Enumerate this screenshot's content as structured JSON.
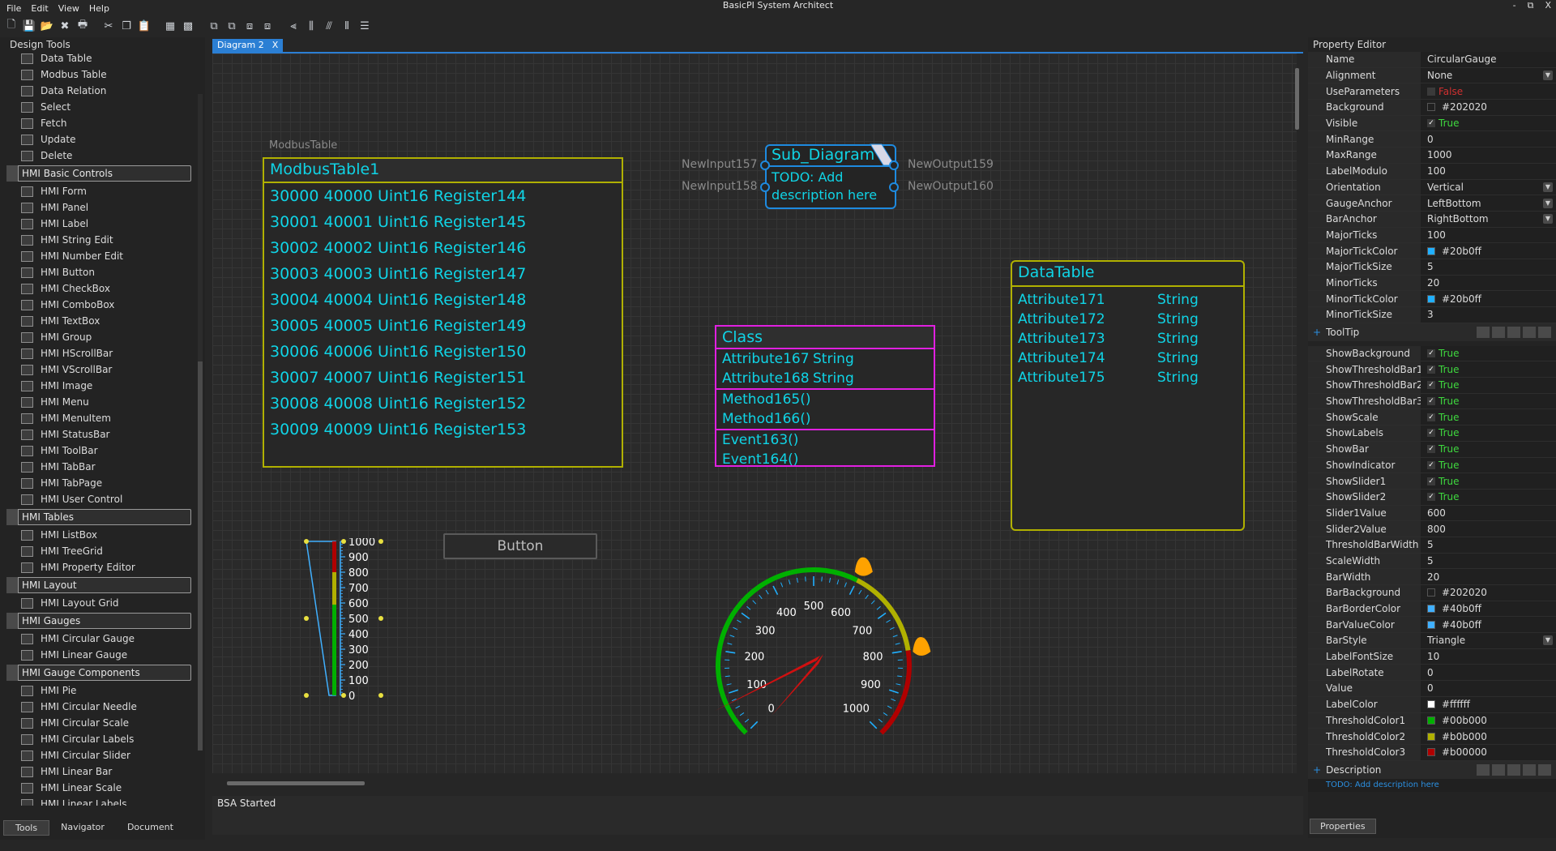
{
  "app": {
    "title": "BasicPI System Architect",
    "win_ctrls": [
      "-",
      "⧉",
      "X"
    ]
  },
  "menu": [
    "File",
    "Edit",
    "View",
    "Help"
  ],
  "toolbar": [
    "new-icon",
    "save-icon",
    "open-icon",
    "delete-icon",
    "print-icon",
    "cut-icon",
    "copy-icon",
    "paste-icon",
    "grid-icon",
    "grid-fine-icon",
    "bring-front-icon",
    "send-back-icon",
    "group-icon",
    "ungroup-icon",
    "align-left-icon",
    "align-center-icon",
    "align-bottom-icon",
    "distribute-h-icon",
    "distribute-v-icon"
  ],
  "design_tools": {
    "title": "Design Tools",
    "sections": [
      {
        "items": [
          "Data Table",
          "Modbus Table",
          "Data Relation",
          "Select",
          "Fetch",
          "Update",
          "Delete"
        ]
      },
      {
        "category": "HMI Basic Controls",
        "items": [
          "HMI Form",
          "HMI Panel",
          "HMI Label",
          "HMI String Edit",
          "HMI Number Edit",
          "HMI Button",
          "HMI CheckBox",
          "HMI ComboBox",
          "HMI TextBox",
          "HMI Group",
          "HMI HScrollBar",
          "HMI VScrollBar",
          "HMI Image",
          "HMI Menu",
          "HMI MenuItem",
          "HMI StatusBar",
          "HMI ToolBar",
          "HMI TabBar",
          "HMI TabPage",
          "HMI User Control"
        ]
      },
      {
        "category": "HMI Tables",
        "items": [
          "HMI ListBox",
          "HMI TreeGrid",
          "HMI Property Editor"
        ]
      },
      {
        "category": "HMI Layout",
        "items": [
          "HMI Layout Grid"
        ]
      },
      {
        "category": "HMI Gauges",
        "items": [
          "HMI Circular Gauge",
          "HMI Linear Gauge"
        ]
      },
      {
        "category": "HMI Gauge Components",
        "items": [
          "HMI Pie",
          "HMI Circular Needle",
          "HMI Circular Scale",
          "HMI Circular Labels",
          "HMI Circular Slider",
          "HMI Linear Bar",
          "HMI Linear Scale",
          "HMI Linear Labels"
        ]
      }
    ],
    "tabs": [
      "Tools",
      "Navigator",
      "Document"
    ]
  },
  "document": {
    "tab": "Diagram 2",
    "close": "X"
  },
  "modbus": {
    "caption": "ModbusTable",
    "title": "ModbusTable1",
    "rows": [
      "30000 40000 Uint16 Register144",
      "30001 40001 Uint16 Register145",
      "30002 40002 Uint16 Register146",
      "30003 40003 Uint16 Register147",
      "30004 40004 Uint16 Register148",
      "30005 40005 Uint16 Register149",
      "30006 40006 Uint16 Register150",
      "30007 40007 Uint16 Register151",
      "30008 40008 Uint16 Register152",
      "30009 40009 Uint16 Register153"
    ]
  },
  "sub_diagram": {
    "title": "Sub_Diagram",
    "description": "TODO: Add description here",
    "inputs": [
      "NewInput157",
      "NewInput158"
    ],
    "outputs": [
      "NewOutput159",
      "NewOutput160"
    ]
  },
  "class_box": {
    "title": "Class",
    "attributes": [
      [
        "Attribute167",
        "String"
      ],
      [
        "Attribute168",
        "String"
      ]
    ],
    "methods": [
      "Method165()",
      "Method166()"
    ],
    "events": [
      "Event163()",
      "Event164()"
    ]
  },
  "data_table": {
    "title": "DataTable",
    "rows": [
      [
        "Attribute171",
        "String"
      ],
      [
        "Attribute172",
        "String"
      ],
      [
        "Attribute173",
        "String"
      ],
      [
        "Attribute174",
        "String"
      ],
      [
        "Attribute175",
        "String"
      ]
    ]
  },
  "canvas_button": {
    "label": "Button"
  },
  "linear_gauge": {
    "labels": [
      "1000",
      "900",
      "800",
      "700",
      "600",
      "500",
      "400",
      "300",
      "200",
      "100",
      "0"
    ]
  },
  "circular_gauge": {
    "labels": [
      "0",
      "100",
      "200",
      "300",
      "400",
      "500",
      "600",
      "700",
      "800",
      "900",
      "1000"
    ],
    "value": 0,
    "slider1": 600,
    "slider2": 800,
    "colors": {
      "ticks": "#20b0ff",
      "t1": "#00b000",
      "t2": "#b0b000",
      "t3": "#b00000"
    }
  },
  "status": {
    "text": "BSA Started"
  },
  "property_editor": {
    "title": "Property Editor",
    "rows1": [
      {
        "name": "Name",
        "value": "CircularGauge"
      },
      {
        "name": "Alignment",
        "value": "None",
        "dropdown": true
      },
      {
        "name": "UseParameters",
        "value": "False",
        "check": "off"
      },
      {
        "name": "Background",
        "value": "#202020",
        "swatch": "#202020"
      },
      {
        "name": "Visible",
        "value": "True",
        "check": "on"
      },
      {
        "name": "MinRange",
        "value": "0"
      },
      {
        "name": "MaxRange",
        "value": "1000"
      },
      {
        "name": "LabelModulo",
        "value": "100"
      },
      {
        "name": "Orientation",
        "value": "Vertical",
        "dropdown": true
      },
      {
        "name": "GaugeAnchor",
        "value": "LeftBottom",
        "dropdown": true
      },
      {
        "name": "BarAnchor",
        "value": "RightBottom",
        "dropdown": true
      },
      {
        "name": "MajorTicks",
        "value": "100"
      },
      {
        "name": "MajorTickColor",
        "value": "#20b0ff",
        "swatch": "#20b0ff"
      },
      {
        "name": "MajorTickSize",
        "value": "5"
      },
      {
        "name": "MinorTicks",
        "value": "20"
      },
      {
        "name": "MinorTickColor",
        "value": "#20b0ff",
        "swatch": "#20b0ff"
      },
      {
        "name": "MinorTickSize",
        "value": "3"
      }
    ],
    "tooltip_label": "ToolTip",
    "rows2": [
      {
        "name": "ShowBackground",
        "value": "True",
        "check": "on"
      },
      {
        "name": "ShowThresholdBar1",
        "value": "True",
        "check": "on"
      },
      {
        "name": "ShowThresholdBar2",
        "value": "True",
        "check": "on"
      },
      {
        "name": "ShowThresholdBar3",
        "value": "True",
        "check": "on"
      },
      {
        "name": "ShowScale",
        "value": "True",
        "check": "on"
      },
      {
        "name": "ShowLabels",
        "value": "True",
        "check": "on"
      },
      {
        "name": "ShowBar",
        "value": "True",
        "check": "on"
      },
      {
        "name": "ShowIndicator",
        "value": "True",
        "check": "on"
      },
      {
        "name": "ShowSlider1",
        "value": "True",
        "check": "on"
      },
      {
        "name": "ShowSlider2",
        "value": "True",
        "check": "on"
      },
      {
        "name": "Slider1Value",
        "value": "600"
      },
      {
        "name": "Slider2Value",
        "value": "800"
      },
      {
        "name": "ThresholdBarWidth",
        "value": "5"
      },
      {
        "name": "ScaleWidth",
        "value": "5"
      },
      {
        "name": "BarWidth",
        "value": "20"
      },
      {
        "name": "BarBackground",
        "value": "#202020",
        "swatch": "#202020"
      },
      {
        "name": "BarBorderColor",
        "value": "#40b0ff",
        "swatch": "#40b0ff"
      },
      {
        "name": "BarValueColor",
        "value": "#40b0ff",
        "swatch": "#40b0ff"
      },
      {
        "name": "BarStyle",
        "value": "Triangle",
        "dropdown": true
      },
      {
        "name": "LabelFontSize",
        "value": "10"
      },
      {
        "name": "LabelRotate",
        "value": "0"
      },
      {
        "name": "Value",
        "value": "0"
      },
      {
        "name": "LabelColor",
        "value": "#ffffff",
        "swatch": "#ffffff"
      },
      {
        "name": "ThresholdColor1",
        "value": "#00b000",
        "swatch": "#00b000"
      },
      {
        "name": "ThresholdColor2",
        "value": "#b0b000",
        "swatch": "#b0b000"
      },
      {
        "name": "ThresholdColor3",
        "value": "#b00000",
        "swatch": "#b00000"
      }
    ],
    "description_label": "Description",
    "description_value": "TODO: Add description here",
    "tab": "Properties"
  }
}
